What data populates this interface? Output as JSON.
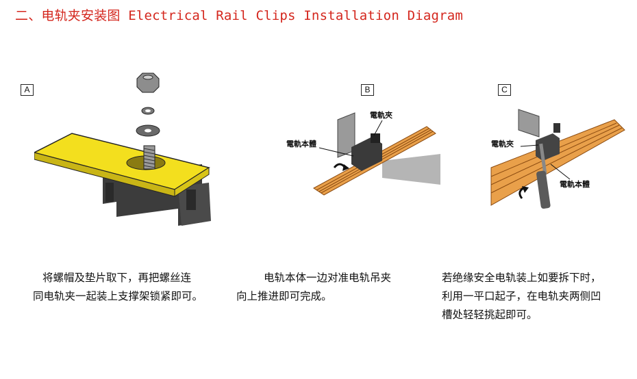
{
  "title": "二、电轨夹安装图 Electrical Rail Clips Installation Diagram",
  "panels": [
    {
      "label": "A",
      "caption_lines": [
        "将螺帽及垫片取下，再把螺丝连",
        "同电轨夹一起装上支撑架锁紧即可。"
      ]
    },
    {
      "label": "B",
      "callouts": [
        "電軌夾",
        "電軌本體"
      ],
      "caption_lines": [
        "电轨本体一边对准电轨吊夹",
        "向上推进即可完成。"
      ]
    },
    {
      "label": "C",
      "callouts": [
        "電軌夾",
        "電軌本體"
      ],
      "caption_lines": [
        "若绝缘安全电轨装上如要拆下时，",
        "利用一平口起子，在电轨夹两侧凹",
        "槽处轻轻挑起即可。"
      ]
    }
  ],
  "colors": {
    "title": "#d4261d",
    "clip_plate": "#f3df1e",
    "rail_orange": "#e9a04a",
    "metal_gray": "#8a8a8a"
  }
}
